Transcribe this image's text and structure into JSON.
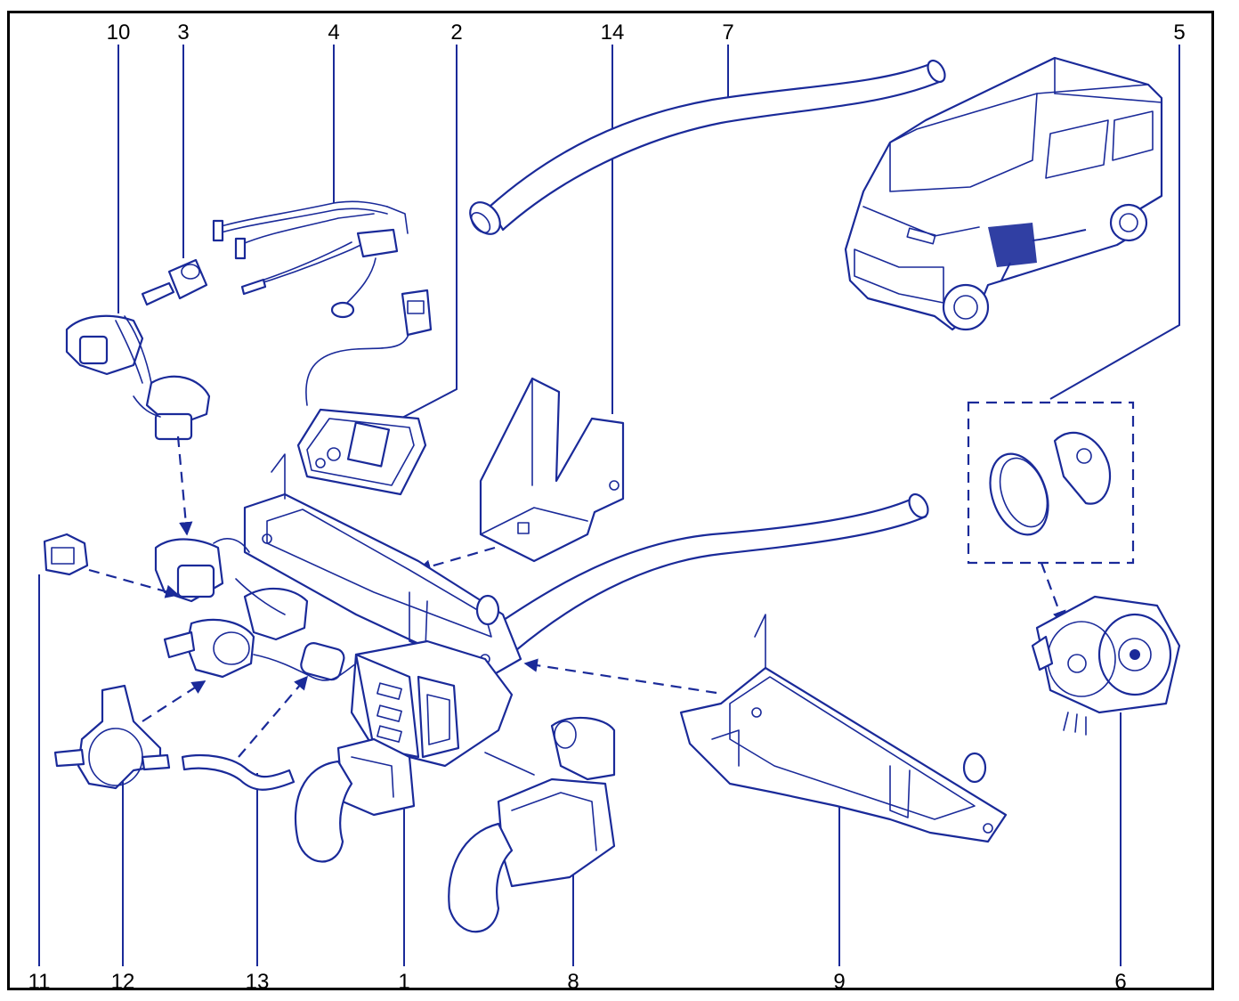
{
  "callouts": [
    {
      "id": "10",
      "text": "10"
    },
    {
      "id": "3",
      "text": "3"
    },
    {
      "id": "4",
      "text": "4"
    },
    {
      "id": "2",
      "text": "2"
    },
    {
      "id": "14",
      "text": "14"
    },
    {
      "id": "7",
      "text": "7"
    },
    {
      "id": "5",
      "text": "5"
    },
    {
      "id": "11",
      "text": "11"
    },
    {
      "id": "12",
      "text": "12"
    },
    {
      "id": "13",
      "text": "13"
    },
    {
      "id": "1",
      "text": "1"
    },
    {
      "id": "8",
      "text": "8"
    },
    {
      "id": "9",
      "text": "9"
    },
    {
      "id": "6",
      "text": "6"
    }
  ],
  "colors": {
    "line": "#1a2a99",
    "label": "#000000",
    "frame": "#000000"
  }
}
